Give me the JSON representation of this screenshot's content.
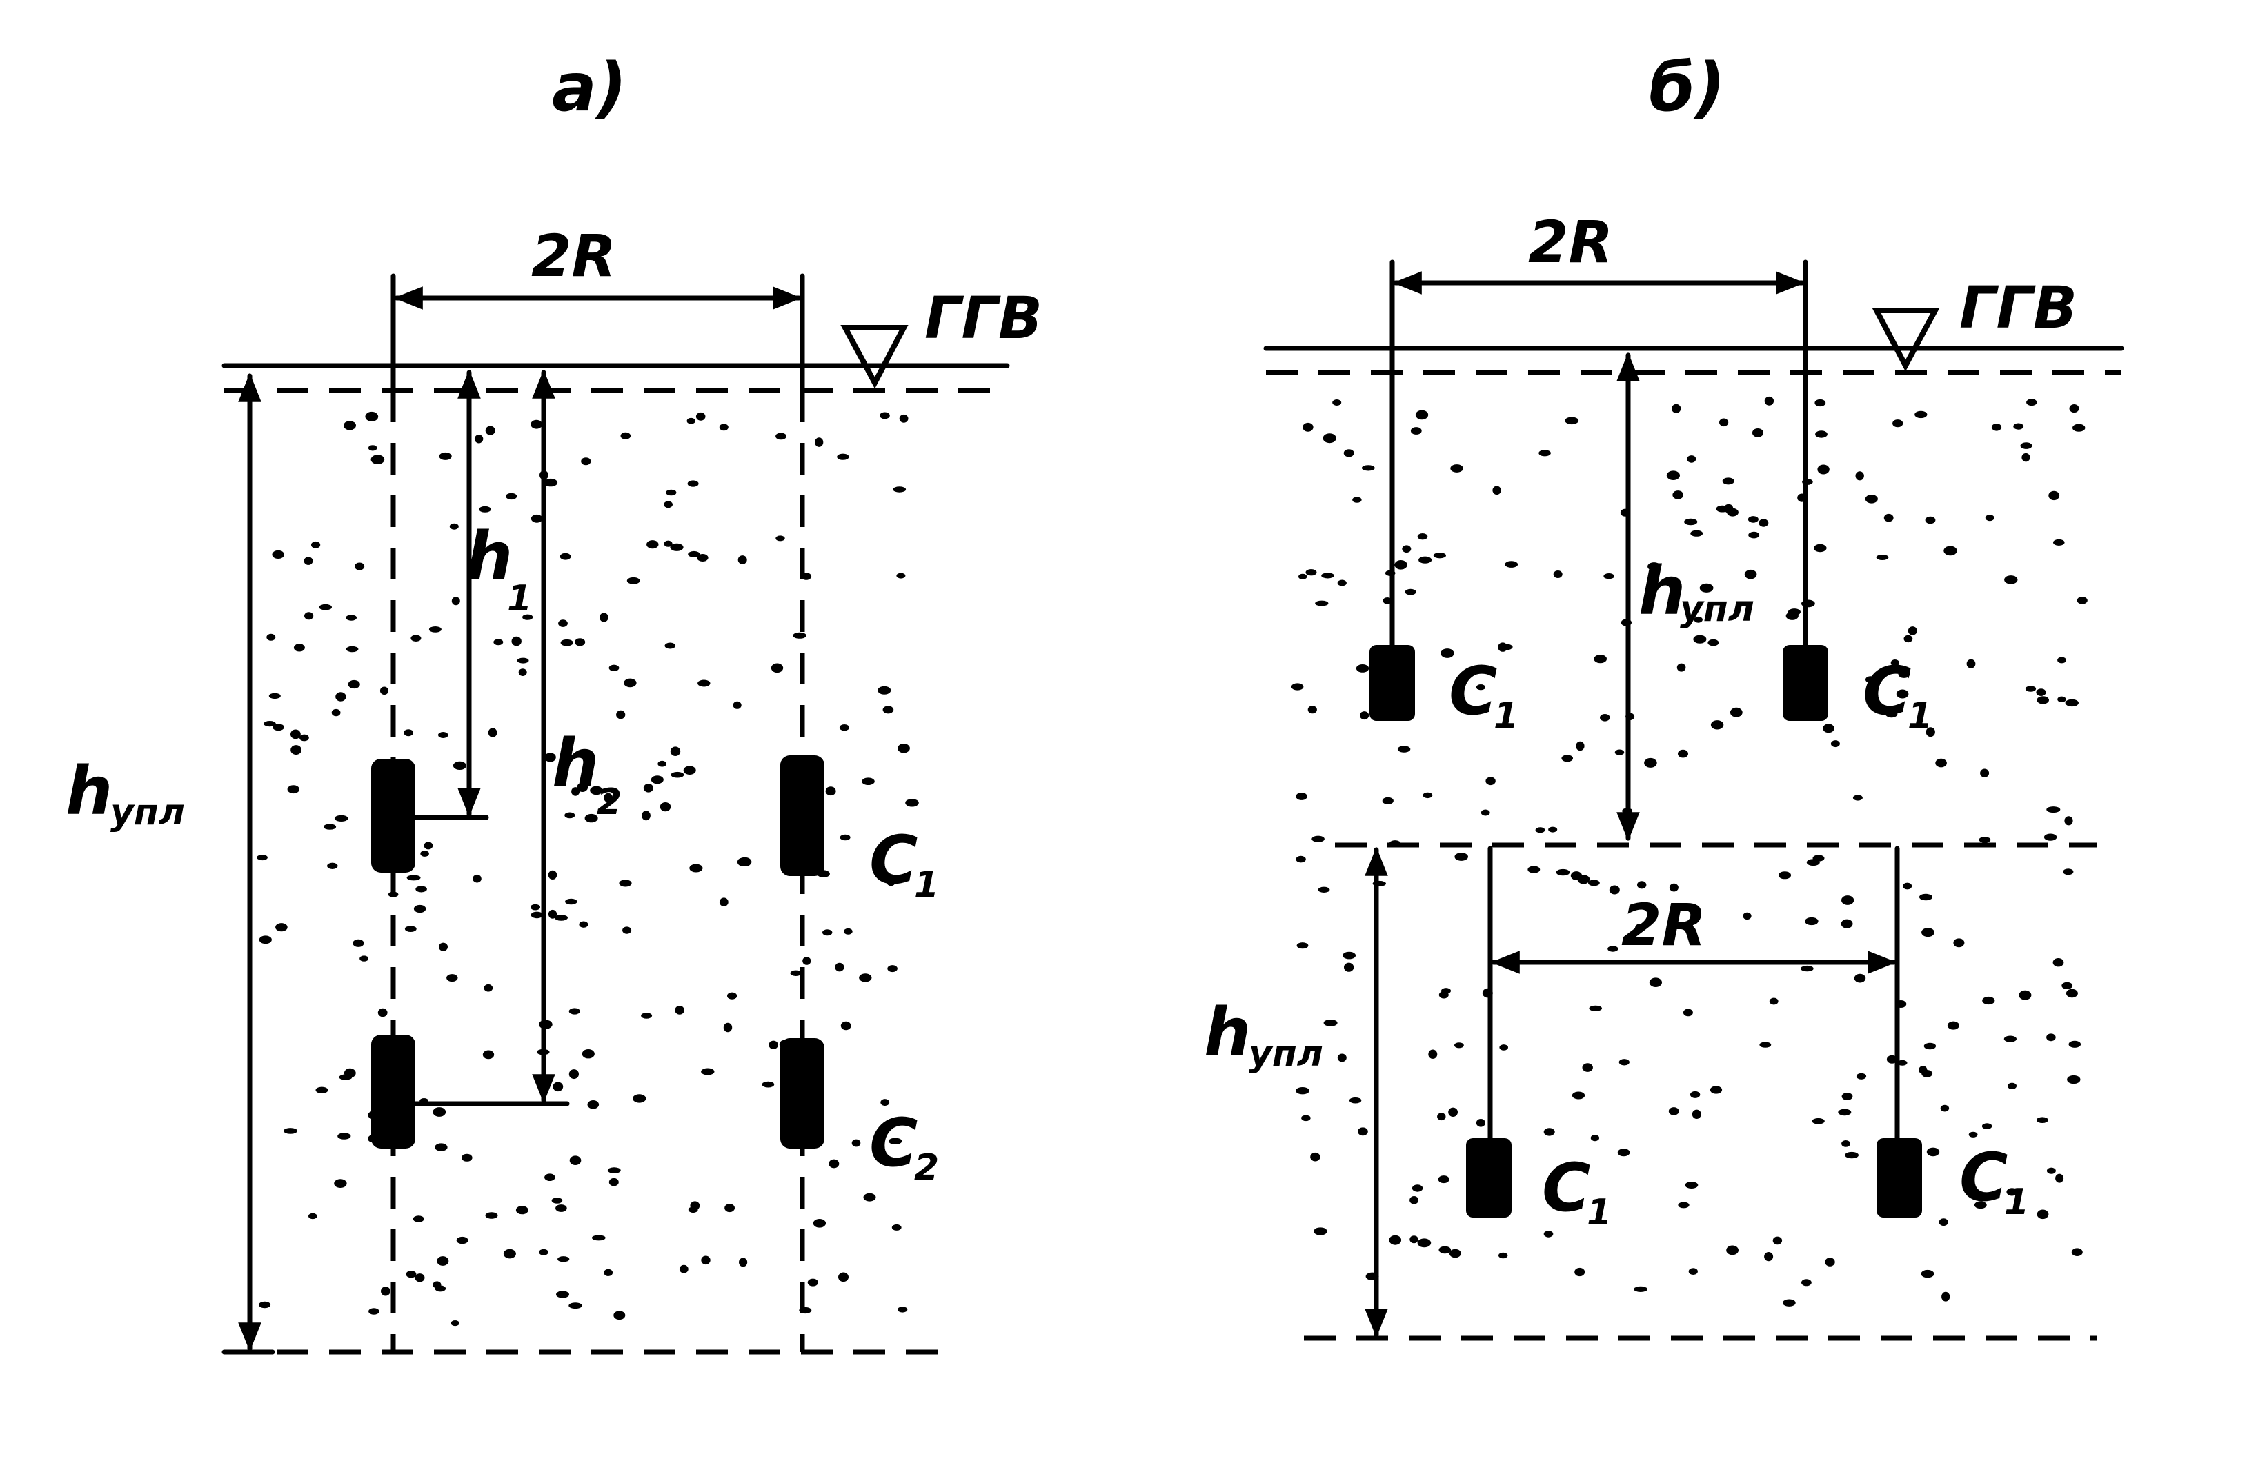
{
  "panel_a": {
    "caption": "а)",
    "dim_width": "2R",
    "water_level": "ГГВ",
    "h1": "h",
    "h1_sub": "1",
    "h2": "h",
    "h2_sub": "2",
    "h_total": "h",
    "h_total_sub": "упл",
    "c1": "C",
    "c1_sub": "1",
    "c2": "C",
    "c2_sub": "2"
  },
  "panel_b": {
    "caption": "б)",
    "dim_width_top": "2R",
    "dim_width_bottom": "2R",
    "water_level": "ГГВ",
    "h_top": "h",
    "h_top_sub": "упл",
    "h_bottom": "h",
    "h_bottom_sub": "упл",
    "c_top_left": "C",
    "c_top_left_sub": "1",
    "c_top_right": "C",
    "c_top_right_sub": "1",
    "c_bot_left": "C",
    "c_bot_left_sub": "1",
    "c_bot_right": "C",
    "c_bot_right_sub": "1"
  }
}
